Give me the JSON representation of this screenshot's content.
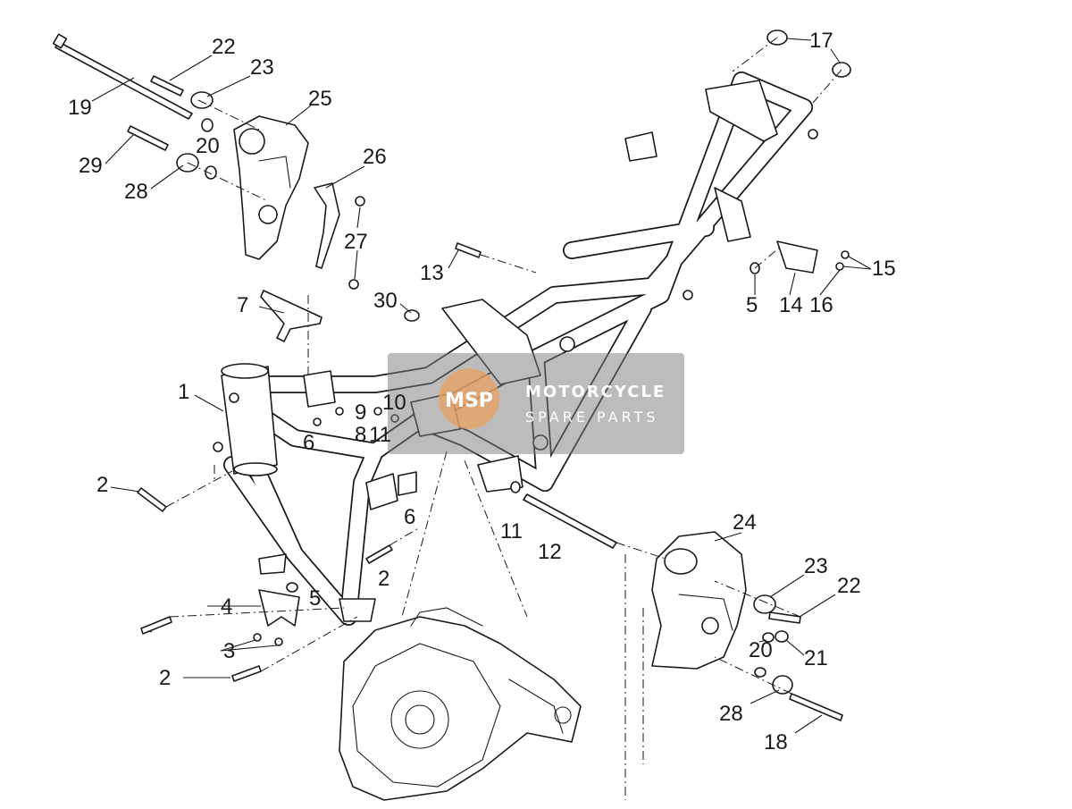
{
  "callouts": {
    "c1": "1",
    "c2a": "2",
    "c2b": "2",
    "c2c": "2",
    "c3": "3",
    "c4": "4",
    "c5a": "5",
    "c5b": "5",
    "c6a": "6",
    "c6b": "6",
    "c7": "7",
    "c8": "8",
    "c9": "9",
    "c10": "10",
    "c11a": "11",
    "c11b": "11",
    "c12": "12",
    "c13": "13",
    "c14": "14",
    "c15": "15",
    "c16": "16",
    "c17": "17",
    "c18": "18",
    "c19": "19",
    "c20a": "20",
    "c20b": "20",
    "c21": "21",
    "c22a": "22",
    "c22b": "22",
    "c23a": "23",
    "c23b": "23",
    "c24": "24",
    "c25": "25",
    "c26": "26",
    "c27": "27",
    "c28a": "28",
    "c28b": "28",
    "c29": "29",
    "c30": "30"
  },
  "watermark": {
    "line1": "MOTORCYCLE",
    "line2": "SPARE PARTS",
    "logo": "MSP"
  }
}
